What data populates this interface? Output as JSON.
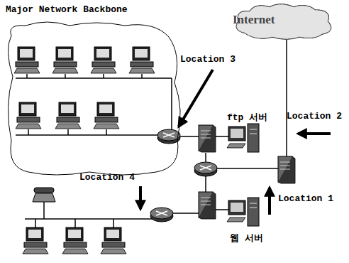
{
  "diagram": {
    "nodes": [
      {
        "text": [
          "Major Network Backbone"
        ]
      },
      {
        "text": [
          "Internet"
        ]
      }
    ],
    "labels": [
      "Location 3",
      "ftp 서버",
      "Location 2",
      "Location 4",
      "Location 1",
      "웹 서버"
    ]
  }
}
